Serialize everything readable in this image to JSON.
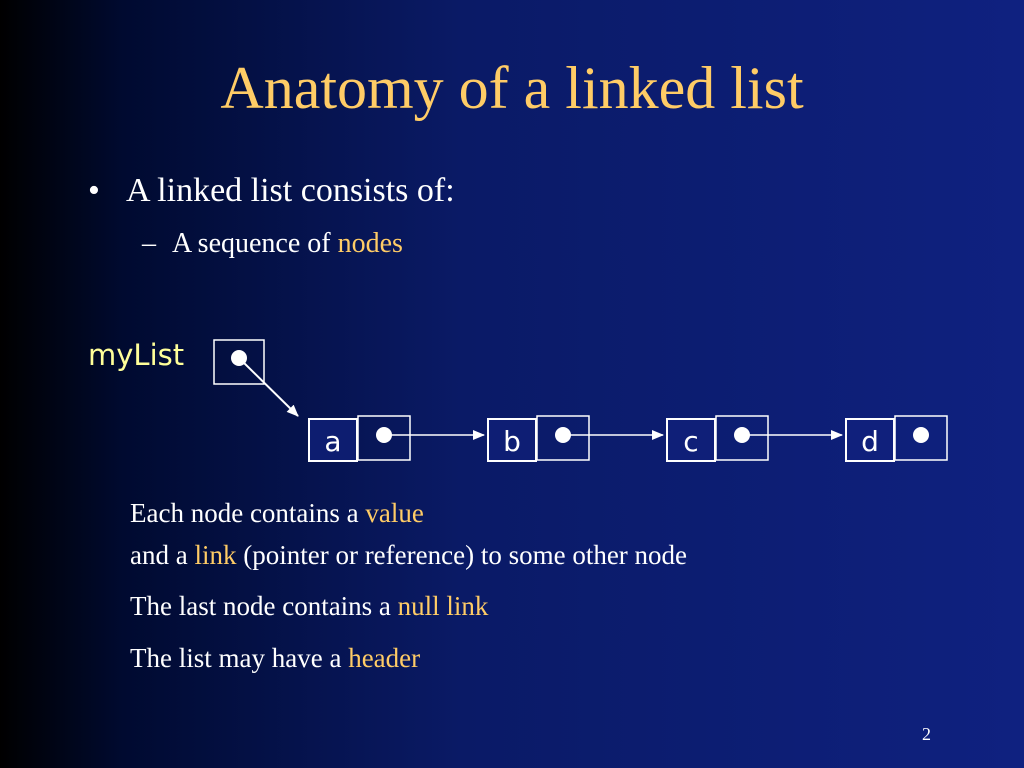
{
  "slide": {
    "title": "Anatomy of a linked list",
    "bullet1": "A linked list consists of:",
    "bullet1_sub": {
      "prefix": "A sequence of ",
      "highlight": "nodes"
    },
    "page_number": "2"
  },
  "diagram": {
    "header_label": "myList",
    "nodes": [
      {
        "value": "a"
      },
      {
        "value": "b"
      },
      {
        "value": "c"
      },
      {
        "value": "d"
      }
    ]
  },
  "notes": {
    "line1": {
      "prefix": "Each node contains a ",
      "highlight": "value"
    },
    "line2": {
      "prefix": "and a ",
      "highlight": "link",
      "suffix": " (pointer or reference) to some other node"
    },
    "line3": {
      "prefix": "The last node contains a ",
      "highlight": "null link"
    },
    "line4": {
      "prefix": "The list may have a ",
      "highlight": "header"
    }
  },
  "colors": {
    "title": "#ffcc66",
    "highlight": "#ffcc66",
    "label": "#ffff99",
    "text": "#ffffff"
  }
}
